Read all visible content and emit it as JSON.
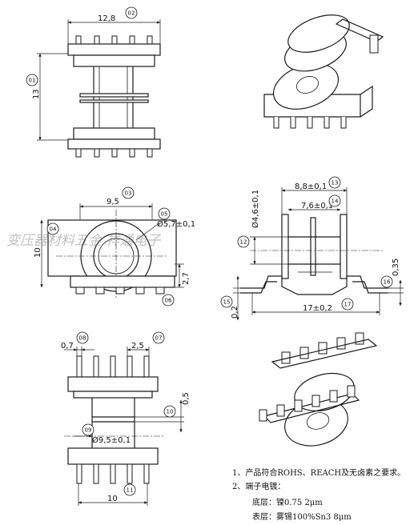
{
  "dims": {
    "d02": "12,8",
    "d01": "13",
    "d03": "9,5",
    "d05": "Ø5,7±0,1",
    "d04": "10",
    "d06": "2,7",
    "d13": "8,8±0,1",
    "d14": "7,6±0,1",
    "d12": "Ø4,6±0,1",
    "d16": "0,35",
    "d15": "0,2",
    "d17": "17±0,2",
    "d08": "0,7",
    "d07": "2,5",
    "d10": "0,5",
    "d09": "Ø9,5±0,1",
    "d11": "10"
  },
  "balloons": {
    "b01": "01",
    "b02": "02",
    "b03": "03",
    "b04": "04",
    "b05": "05",
    "b06": "06",
    "b07": "07",
    "b08": "08",
    "b09": "09",
    "b10": "10",
    "b11": "11",
    "b12": "12",
    "b13": "13",
    "b14": "14",
    "b15": "15",
    "b16": "16",
    "b17": "17"
  },
  "notes": {
    "line1": "1、产品符合ROHS、REACH及无卤素之要求。",
    "line2": "2、端子电镀：",
    "line3": "底层：镍0.75 2μm",
    "line4": "表层：雾锡100%Sn3 8μm"
  },
  "watermark": "变压器材料五金 祥通电子"
}
